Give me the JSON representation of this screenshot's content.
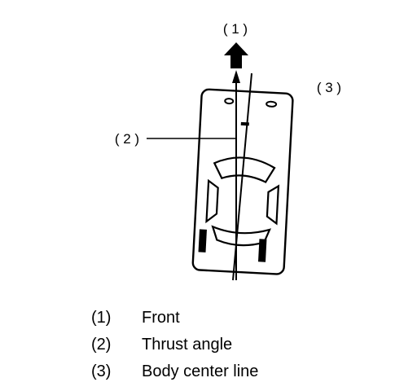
{
  "callouts": {
    "front": "( 1 )",
    "thrust_angle": "( 2 )",
    "body_center_line": "( 3 )"
  },
  "legend": [
    {
      "number": "(1)",
      "text": "Front"
    },
    {
      "number": "(2)",
      "text": "Thrust angle"
    },
    {
      "number": "(3)",
      "text": "Body center line"
    }
  ],
  "colors": {
    "ink": "#000000",
    "background": "#ffffff"
  }
}
